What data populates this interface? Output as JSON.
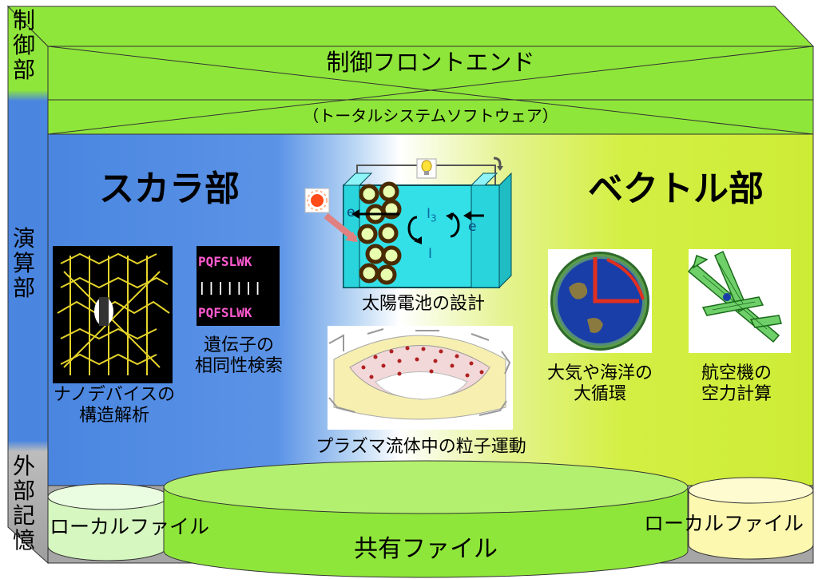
{
  "sections": {
    "control_label": "制\n御\n部",
    "compute_label": "演\n算\n部",
    "storage_label": "外\n部\n記\n憶"
  },
  "control_frontend": {
    "title": "制御フロントエンド",
    "subtitle": "（トータルシステムソフトウェア）"
  },
  "compute": {
    "scalar_title": "スカラ部",
    "vector_title": "ベクトル部",
    "apps": {
      "nanodevice": "ナノデバイスの\n構造解析",
      "homology": "遺伝子の\n相同性検索",
      "solar_cell": "太陽電池の設計",
      "plasma": "プラズマ流体中の粒子運動",
      "climate": "大気や海洋の\n大循環",
      "aircraft": "航空機の\n空力計算"
    },
    "sequence_rows": [
      "PQFSLWK",
      "|||||||",
      "PQFSLWK"
    ],
    "solar_symbols": {
      "electron_left": "e",
      "electron_right": "e",
      "iodide": "I",
      "triiodide": "I",
      "triiodide_sub": "3"
    }
  },
  "storage": {
    "local_file_left": "ローカルファイル",
    "local_file_right": "ローカルファイル",
    "shared_file": "共有ファイル"
  },
  "colors": {
    "green": "#8fe63a",
    "blue": "#4a86e0",
    "yellow_green": "#d4f04a",
    "gray": "#9e9e9e",
    "cyan": "#33e0e8"
  }
}
